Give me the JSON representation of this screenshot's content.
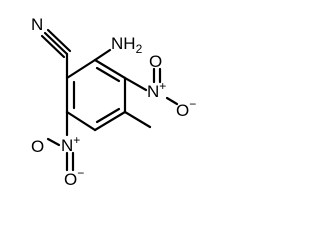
{
  "molecule": {
    "labels": {
      "nitrile_n": "N",
      "amine_n": "N",
      "amine_h": "H",
      "amine_h_count": "2",
      "nitro1_n": "N",
      "nitro1_plus": "+",
      "nitro1_o_top": "O",
      "nitro1_o_right": "O",
      "nitro1_minus": "−",
      "nitro2_n": "N",
      "nitro2_plus": "+",
      "nitro2_o_left": "O",
      "nitro2_o_bottom": "O",
      "nitro2_minus": "−"
    },
    "colors": {
      "bond": "#000000",
      "label": "#000000",
      "background": "#ffffff"
    }
  }
}
